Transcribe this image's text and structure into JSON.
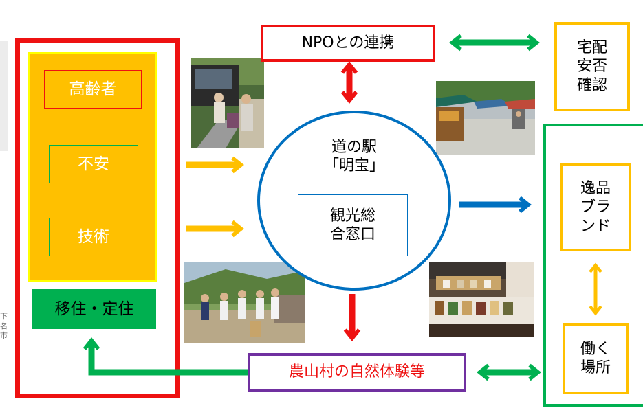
{
  "left_group": {
    "elderly": "高齢者",
    "anxiety": "不安",
    "skills": "技術",
    "migration": "移住・定住"
  },
  "center": {
    "station_line1": "道の駅",
    "station_line2": "「明宝」",
    "tourism_line1": "観光総",
    "tourism_line2": "合窓口"
  },
  "top": {
    "npo": "NPOとの連携",
    "delivery_line1": "宅配",
    "delivery_line2": "安否",
    "delivery_line3": "確認"
  },
  "right_group": {
    "brand_line1": "逸品",
    "brand_line2": "ブラ",
    "brand_line3": "ンド",
    "work_line1": "働く",
    "work_line2": "場所"
  },
  "bottom": {
    "experience": "農山村の自然体験等"
  },
  "edge_fragments": [
    "下",
    "名",
    "市"
  ],
  "colors": {
    "red": "#ee1111",
    "orange": "#ffc000",
    "yellow": "#ffff00",
    "green": "#00b050",
    "blue": "#0070c0",
    "purple": "#7030a0"
  }
}
